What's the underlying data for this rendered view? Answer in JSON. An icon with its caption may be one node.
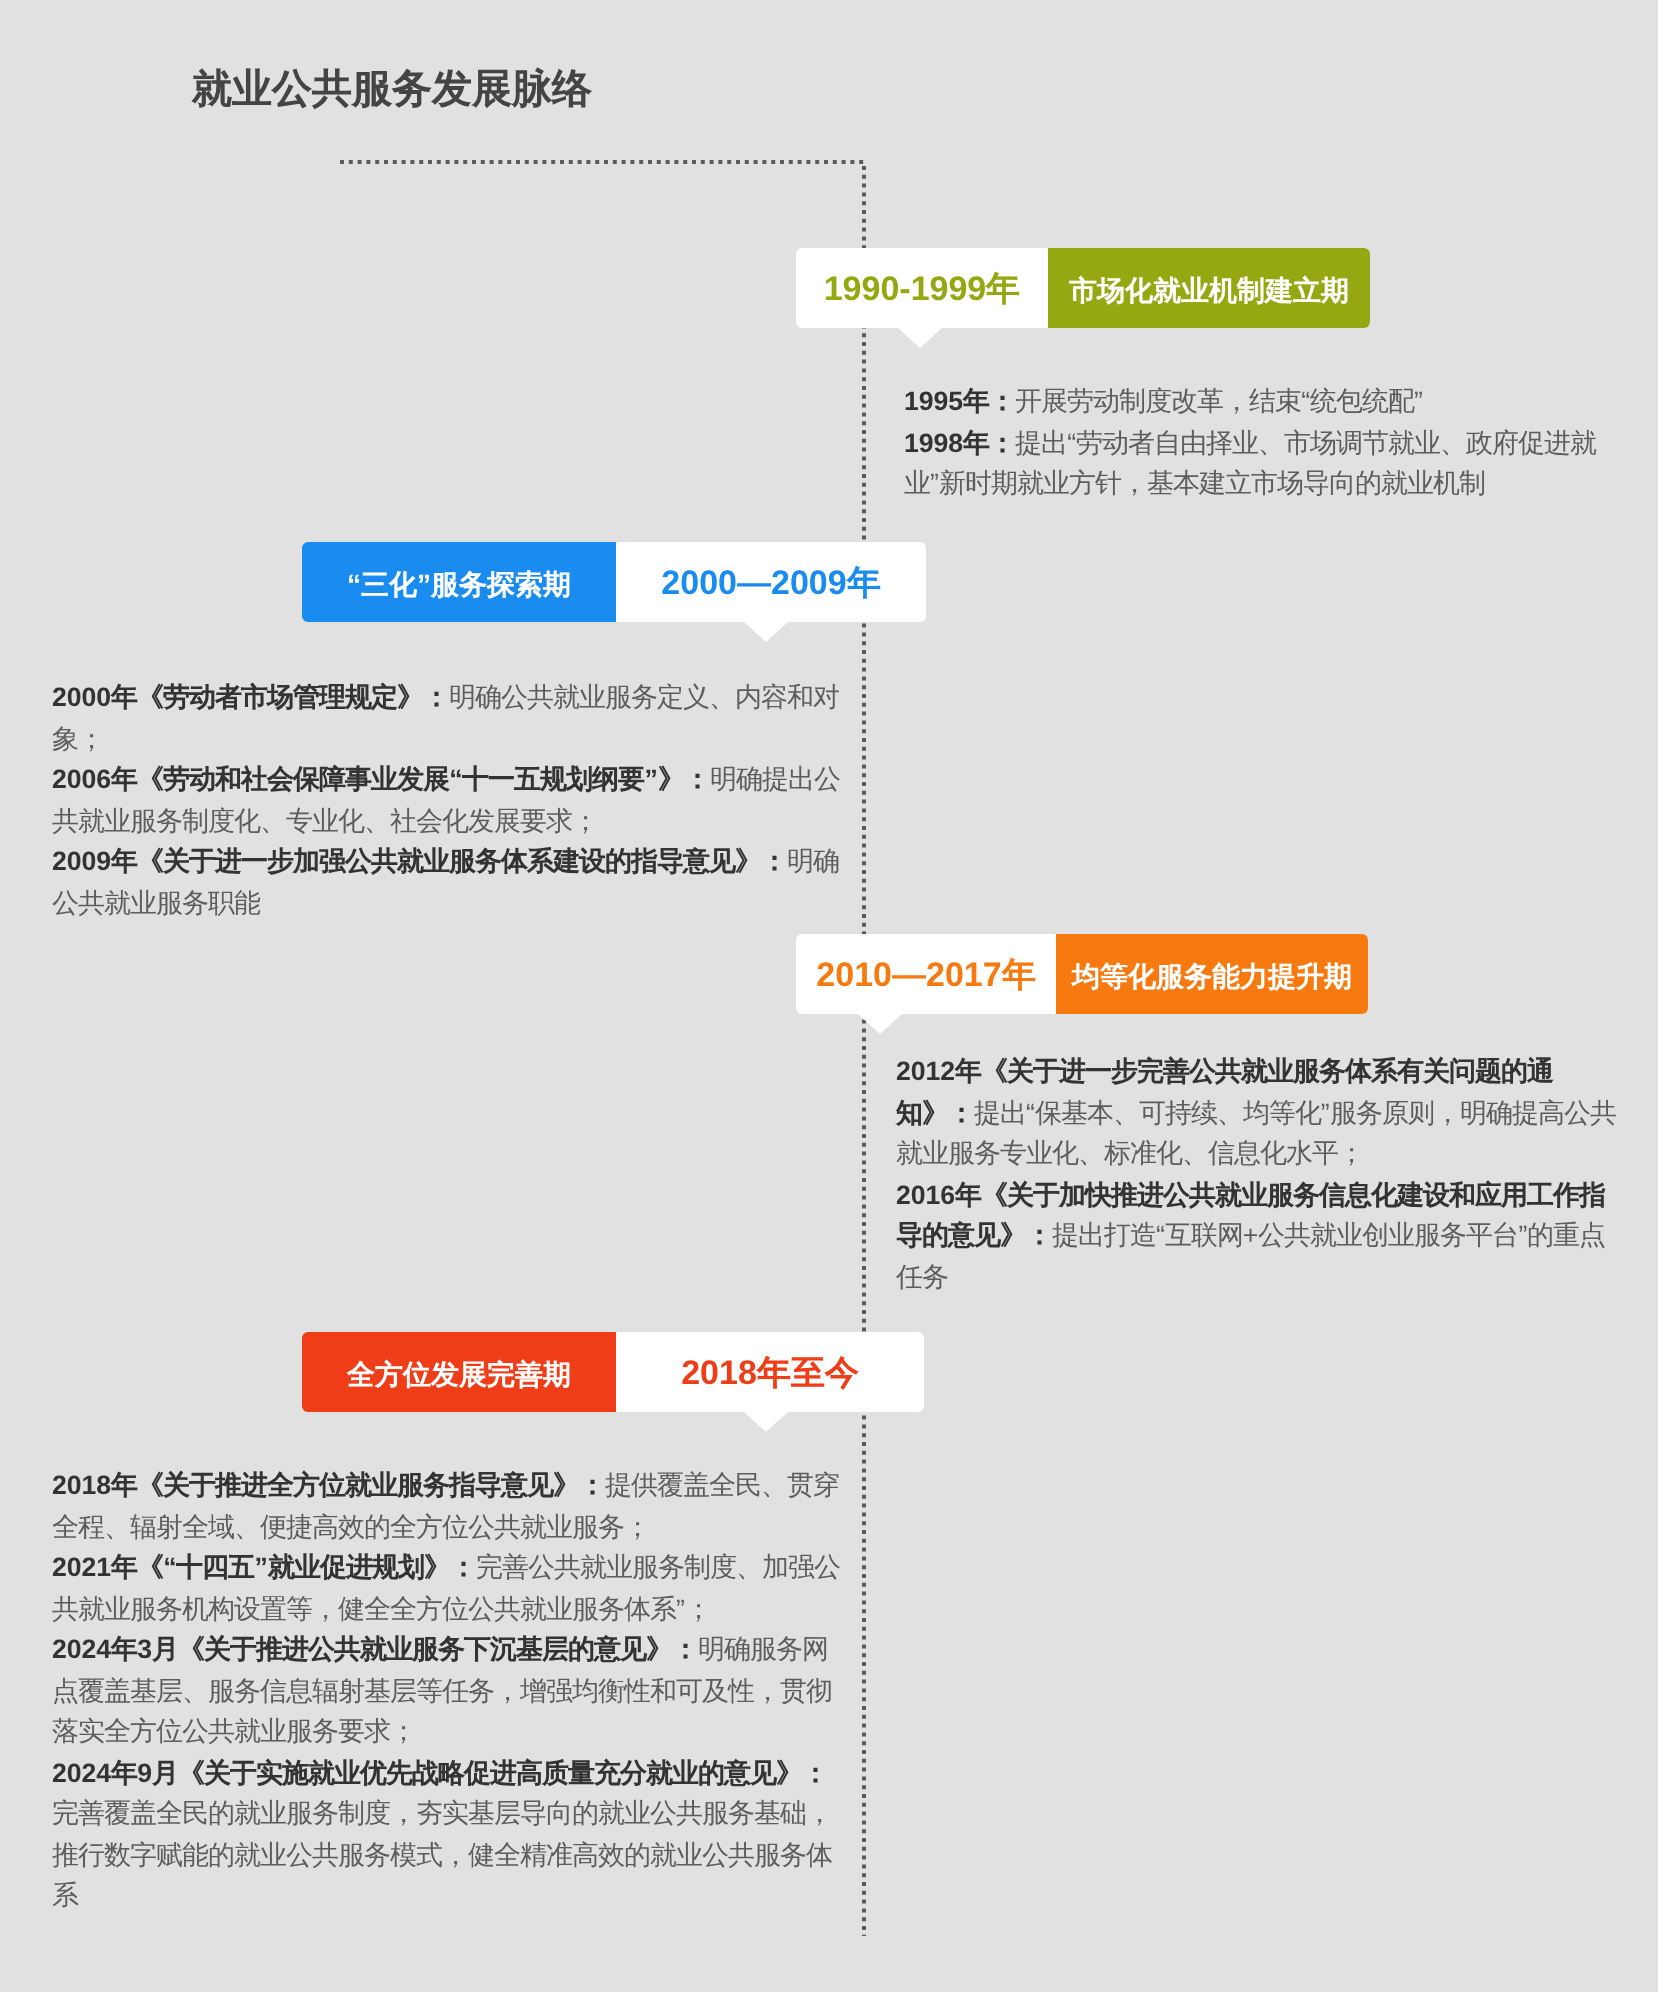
{
  "diagram": {
    "title": "就业公共服务发展脉络",
    "nodes": [
      {
        "text": [
          "1990-1999年",
          "市场化就业机制建立期"
        ],
        "beside": [
          "**1995年：**开展劳动制度改革，结束“统包统配”",
          "**1998年：**提出“劳动者自由择业、市场调节就业、政府促进就业”新时期就业方针，基本建立市场导向的就业机制"
        ]
      },
      {
        "text": [
          "“三化”服务探索期",
          "2000—2009年"
        ],
        "beside": [
          "**2000年《劳动者市场管理规定》：**明确公共就业服务定义、内容和对象；",
          "**2006年《劳动和社会保障事业发展“十一五规划纲要”》：**明确提出公共就业服务制度化、专业化、社会化发展要求；",
          "**2009年《关于进一步加强公共就业服务体系建设的指导意见》：**明确公共就业服务职能"
        ]
      },
      {
        "text": [
          "2010—2017年",
          "均等化服务能力提升期"
        ],
        "beside": [
          "**2012年《关于进一步完善公共就业服务体系有关问题的通知》：**提出“保基本、可持续、均等化”服务原则，明确提高公共就业服务专业化、标准化、信息化水平；",
          "**2016年《关于加快推进公共就业服务信息化建设和应用工作指导的意见》：**提出打造“互联网+公共就业创业服务平台”的重点任务"
        ]
      },
      {
        "text": [
          "全方位发展完善期",
          "2018年至今"
        ],
        "beside": [
          "**2018年《关于推进全方位就业服务指导意见》：**提供覆盖全民、贯穿全程、辐射全域、便捷高效的全方位公共就业服务；",
          "**2021年《“十四五”就业促进规划》：**完善公共就业服务制度、加强公共就业服务机构设置等，健全全方位公共就业服务体系”；",
          "**2024年3月《关于推进公共就业服务下沉基层的意见》：**明确服务网点覆盖基层、服务信息辐射基层等任务，增强均衡性和可及性，贯彻落实全方位公共就业服务要求；",
          "**2024年9月《关于实施就业优先战略促进高质量充分就业的意见》：**完善覆盖全民的就业服务制度，夯实基层导向的就业公共服务基础，推行数字赋能的就业公共服务模式，健全精准高效的就业公共服务体系"
        ]
      }
    ]
  }
}
